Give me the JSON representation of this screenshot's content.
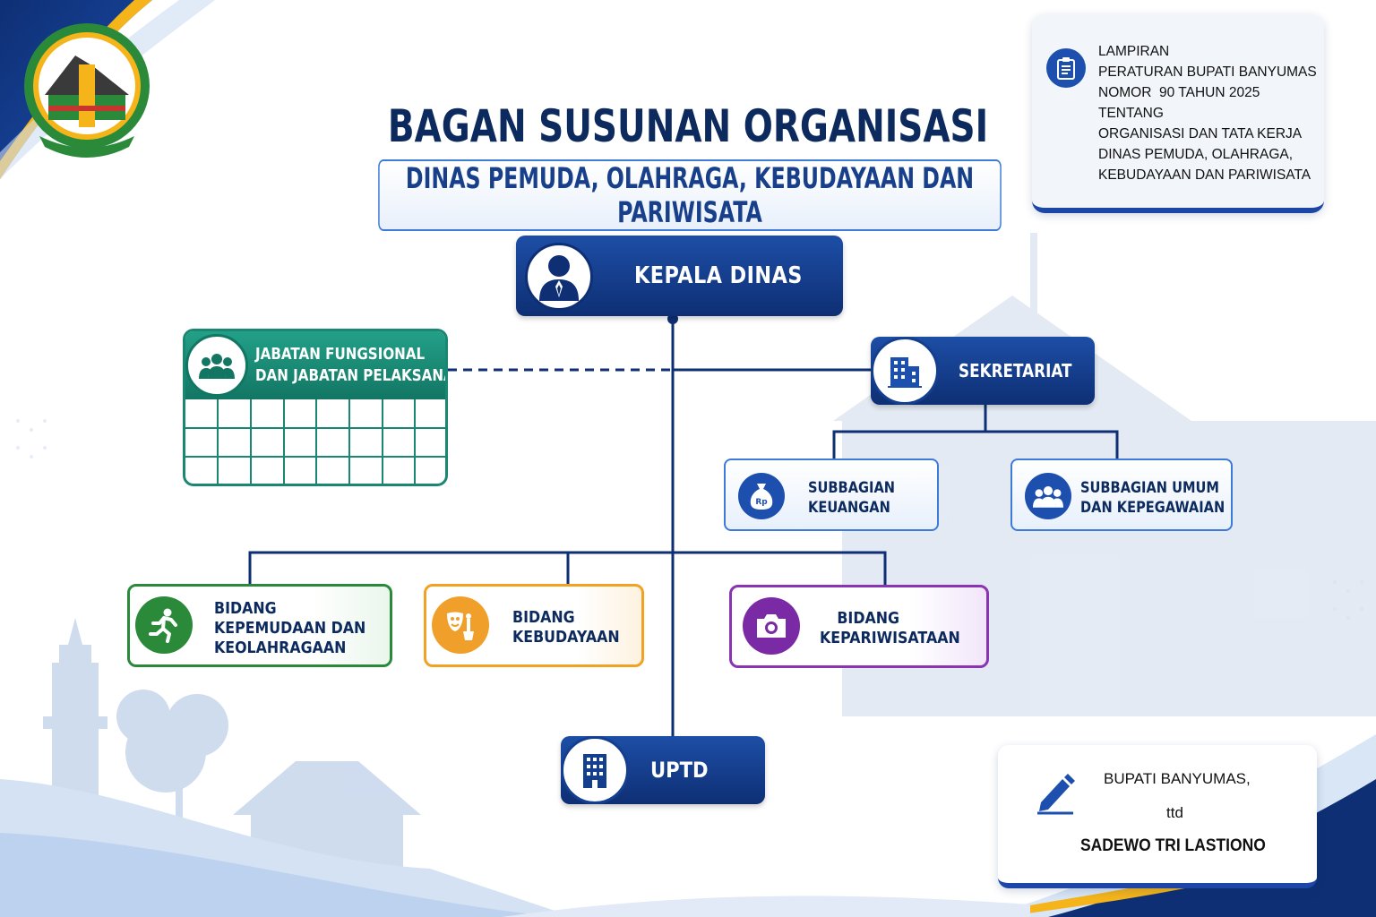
{
  "header": {
    "title": "BAGAN SUSUNAN ORGANISASI",
    "subtitle": "DINAS PEMUDA, OLAHRAGA, KEBUDAYAAN DAN PARIWISATA"
  },
  "lampiran": {
    "line1": "LAMPIRAN",
    "line2": "PERATURAN BUPATI BANYUMAS",
    "line3": "NOMOR  90 TAHUN 2025",
    "line4": "TENTANG",
    "line5": "ORGANISASI DAN TATA KERJA",
    "line6": "DINAS PEMUDA, OLAHRAGA,",
    "line7": "KEBUDAYAAN DAN PARIWISATA",
    "icon": "clipboard-icon"
  },
  "org": {
    "kepala": "KEPALA DINAS",
    "sekretariat": "SEKRETARIAT",
    "jabatan_line1": "JABATAN FUNGSIONAL",
    "jabatan_line2": "DAN JABATAN PELAKSANA",
    "subbagian_keuangan_1": "SUBBAGIAN",
    "subbagian_keuangan_2": "KEUANGAN",
    "subbagian_umum_1": "SUBBAGIAN UMUM",
    "subbagian_umum_2": "DAN KEPEGAWAIAN",
    "money_label": "Rp",
    "bidang_olahraga_1": "BIDANG",
    "bidang_olahraga_2": "KEPEMUDAAN DAN",
    "bidang_olahraga_3": "KEOLAHRAGAAN",
    "bidang_budaya_1": "BIDANG",
    "bidang_budaya_2": "KEBUDAYAAN",
    "bidang_wisata_1": "BIDANG",
    "bidang_wisata_2": "KEPARIWISATAAN",
    "uptd": "UPTD"
  },
  "signature": {
    "title": "BUPATI BANYUMAS,",
    "ttd": "ttd",
    "name": "SADEWO TRI LASTIONO"
  },
  "colors": {
    "navy": "#0e2f74",
    "blue": "#1d4fae",
    "teal": "#127663",
    "green": "#2a8a3a",
    "orange": "#f2a223",
    "purple": "#7b2aa6",
    "gold": "#f4b41a"
  }
}
